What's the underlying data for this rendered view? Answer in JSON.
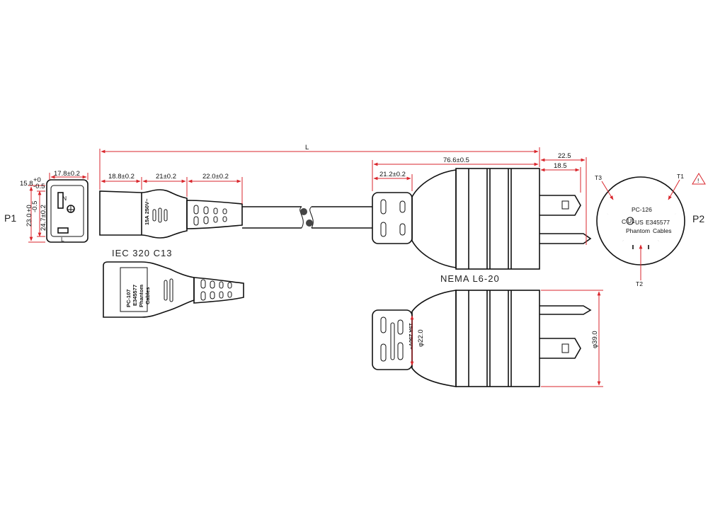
{
  "labels": {
    "p1": "P1",
    "p2": "P2",
    "iec": "IEC 320 C13",
    "nema": "NEMA L6-20"
  },
  "dims": {
    "L": "L",
    "d_17_8": "17.8±0.2",
    "d_15_8": "15.8",
    "d_15_8_tol_top": "+0",
    "d_15_8_tol_bot": "-0.5",
    "d_23_0": "23.0",
    "d_23_0_tol_top": "+0",
    "d_23_0_tol_bot": "-0.5",
    "d_24_7": "24.7±0.2",
    "d_18_8": "18.8±0.2",
    "d_21": "21±0.2",
    "d_22_0": "22.0±0.2",
    "d_76_6": "76.6±0.5",
    "d_21_2": "21.2±0.2",
    "d_22_5": "22.5",
    "d_18_5": "18.5",
    "d_phi22": "φ22.0",
    "d_phi39": "φ39.0"
  },
  "c13_socket": {
    "n": "N",
    "l": "L"
  },
  "c13_body": {
    "top_rating": "15A 250V~",
    "bottom_model": "PC-107",
    "bottom_cert": "E345577",
    "bottom_brand_1": "Phantom",
    "bottom_brand_2": "Cables"
  },
  "nema_face": {
    "t1": "T1",
    "t2": "T2",
    "t3": "T3",
    "model": "PC-126",
    "c": "C",
    "ul": "UL",
    "us": "US",
    "cert": "E345577",
    "brand_1": "Phantom",
    "brand_2": "Cables",
    "warning": "!"
  },
  "nema_bottom": {
    "rating": "15A 250V~"
  }
}
